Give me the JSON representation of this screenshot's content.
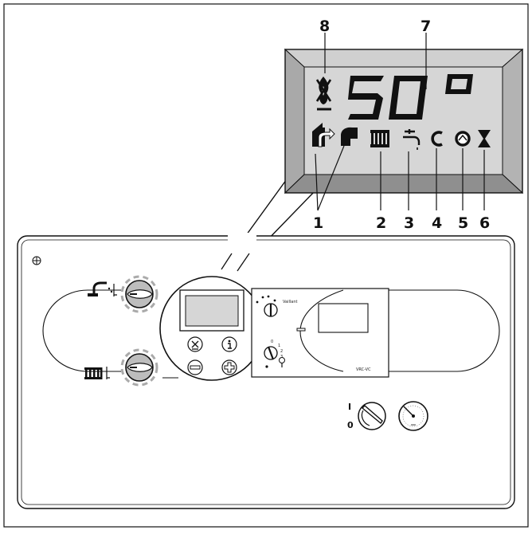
{
  "display": {
    "digits": "50",
    "degree_glyph": "o",
    "icons": {
      "flame": "flame-crossed-icon",
      "house": "house-heating-icon",
      "pump": "pump-icon",
      "radiator": "radiator-icon",
      "tap": "tap-icon",
      "rotate": "rotate-icon",
      "circle": "circle-symbol-icon",
      "hourglass": "hourglass-icon"
    }
  },
  "callouts": [
    "1",
    "2",
    "3",
    "4",
    "5",
    "6",
    "7",
    "8"
  ],
  "panel": {
    "brand": "Vaillant",
    "module_model": "VRC-VC",
    "switch_on": "I",
    "switch_off": "0",
    "dial_marks": [
      "0",
      "1",
      "2",
      "3"
    ]
  },
  "colors": {
    "line": "#111111",
    "lcd": "#d6d6d6",
    "frame": "#b8b8b8",
    "knob": "#bdbdbd"
  }
}
